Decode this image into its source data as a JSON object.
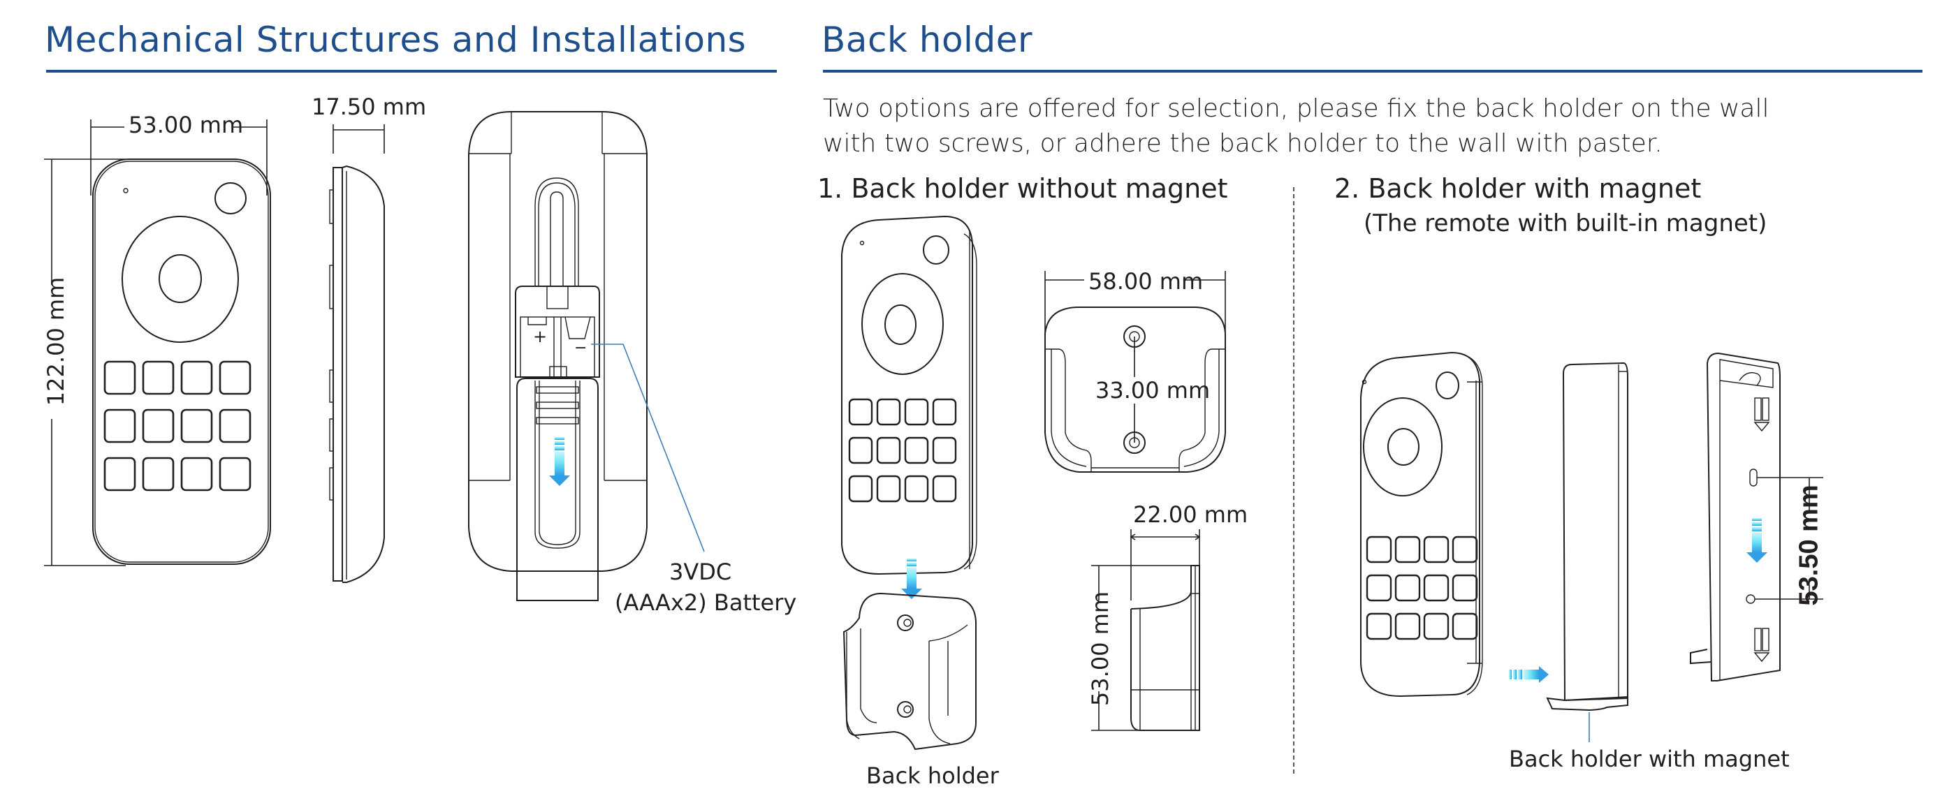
{
  "colors": {
    "heading": "#1f4e8c",
    "text": "#231f20",
    "arrow": "#4cc2ee",
    "leader": "#3f7fb8"
  },
  "left_section": {
    "title": "Mechanical Structures and Installations",
    "front_view": {
      "width_dim": "53.00 mm",
      "height_dim": "122.00 mm",
      "button_grid": {
        "rows": 3,
        "cols": 4
      }
    },
    "side_view": {
      "depth_dim": "17.50 mm"
    },
    "back_view": {
      "battery_plus_icon": "plus-sign",
      "battery_minus_icon": "minus-sign",
      "arrow_icon": "down-arrow",
      "battery_label_line1": "3VDC",
      "battery_label_line2": "(AAAx2) Battery"
    }
  },
  "right_section": {
    "title": "Back holder",
    "intro_line1": "Two options are offered for selection, please fix the back holder on the wall",
    "intro_line2": "with two screws, or adhere the back holder to the wall with paster.",
    "option1": {
      "title": "1. Back holder without magnet",
      "holder_width_dim": "58.00 mm",
      "hole_spacing_dim": "33.00 mm",
      "holder_depth_dim": "22.00 mm",
      "holder_height_dim": "53.00 mm",
      "caption": "Back holder",
      "arrow_icon": "down-arrow"
    },
    "option2": {
      "title": "2. Back holder with magnet",
      "subtitle": "(The remote with built-in magnet)",
      "hole_spacing_dim": "53.50 mm",
      "caption": "Back holder with magnet",
      "arrow_right_icon": "right-arrow",
      "arrow_down_icon": "down-arrow"
    }
  }
}
